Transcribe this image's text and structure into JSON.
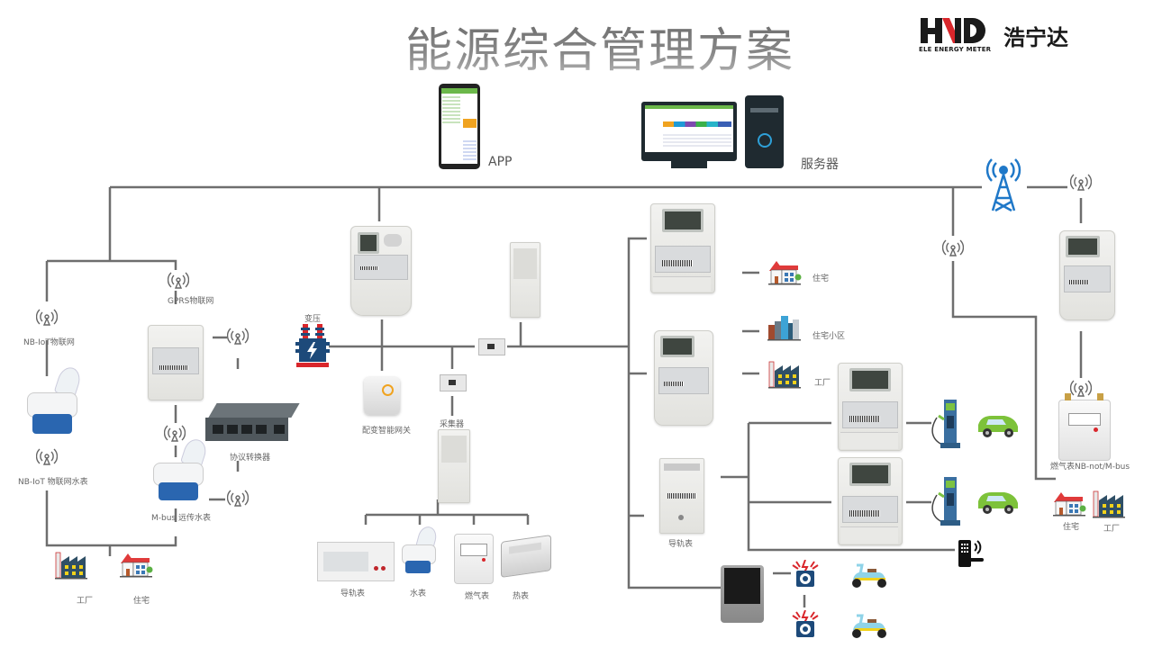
{
  "title": "能源综合管理方案",
  "brand": {
    "logo_text": "HND",
    "tagline": "ELE ENERGY METER",
    "company_name": "浩宁达",
    "colors": {
      "black": "#1a1a1a",
      "red": "#d9262b"
    }
  },
  "top": {
    "app_label": "APP",
    "server_label": "服务器"
  },
  "left_section": {
    "nbiot_network": "NB-IoT物联网",
    "gprs_network": "GPRS物联网",
    "nbiot_water_meter": "NB-IoT 物联网水表",
    "mbus_water_meter": "M-bus 远传水表",
    "protocol_converter": "协议转换器",
    "endpoints": [
      "工厂",
      "住宅"
    ]
  },
  "center_section": {
    "transformer": "变压",
    "gateway": "配变智能网关",
    "collector": "采集器",
    "devices": [
      "导轨表",
      "水表",
      "燃气表",
      "热表"
    ]
  },
  "right_section": {
    "meter_endpoints": [
      "住宅",
      "住宅小区",
      "工厂"
    ],
    "din_rail_meter": "导轨表",
    "gas_meter": "燃气表NB-not/M-bus",
    "gas_endpoints": [
      "住宅",
      "工厂"
    ]
  },
  "icons": {
    "wireless": "wireless-signal-icon",
    "tower": "cell-tower-icon",
    "transformer": "transformer-icon",
    "house": "house-icon",
    "factory": "factory-icon",
    "buildings": "city-buildings-icon",
    "charger": "ev-charger-icon",
    "car": "electric-car-icon",
    "lock": "smart-lock-icon",
    "scooter": "e-scooter-icon",
    "socket": "charging-socket-icon"
  },
  "colors": {
    "wire": "#6e6e6e",
    "accent_blue": "#1f78c8",
    "factory_blue": "#2f4f66",
    "roof_red": "#e03a3a",
    "car_green": "#7dc23a",
    "scooter_blue": "#8fd3e8"
  }
}
